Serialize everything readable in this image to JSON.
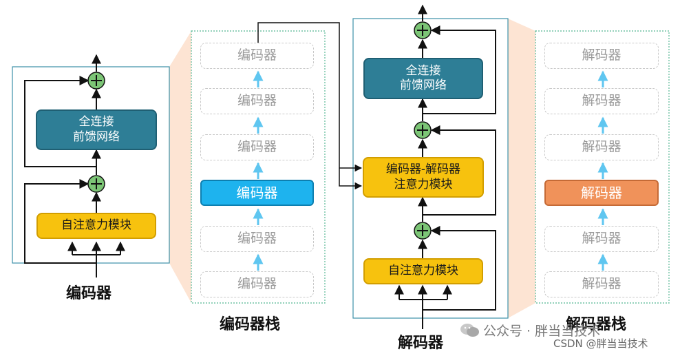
{
  "encoder_block": {
    "ffn_lines": [
      "全连接",
      "前馈网络"
    ],
    "self_attention": "自注意力模块",
    "caption": "编码器"
  },
  "encoder_stack": {
    "blocks": [
      "编码器",
      "编码器",
      "编码器",
      "编码器",
      "编码器",
      "编码器"
    ],
    "caption": "编码器栈"
  },
  "decoder_block": {
    "ffn_lines": [
      "全连接",
      "前馈网络"
    ],
    "cross_attention_lines": [
      "编码器-解码器",
      "注意力模块"
    ],
    "self_attention": "自注意力模块",
    "caption": "解码器"
  },
  "decoder_stack": {
    "blocks": [
      "解码器",
      "解码器",
      "解码器",
      "解码器",
      "解码器",
      "解码器"
    ],
    "caption": "解码器栈"
  },
  "watermark": {
    "line1": "公众号 · 胖当当技术",
    "line2": "CSDN @胖当当技术"
  },
  "colors": {
    "ffn": "#2e7e96",
    "attention": "#f7c20e",
    "encoder_highlight": "#1eb3ee",
    "decoder_highlight": "#f0925a",
    "add_node": "#7cc576",
    "stack_arrow": "#5fc6f0"
  }
}
